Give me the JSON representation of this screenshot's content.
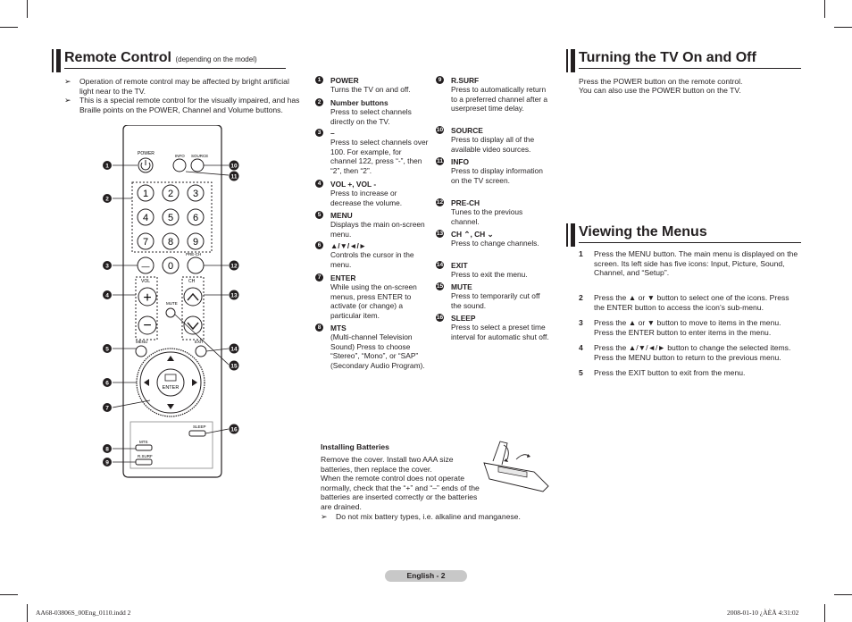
{
  "left": {
    "title": "Remote Control",
    "title_sub": "(depending on the model)",
    "notes": [
      "Operation of remote control may be affected by bright artificial light near to the TV.",
      "This is a special remote control for the visually impaired, and has Braille points on the POWER, Channel and Volume buttons."
    ],
    "remote": {
      "power_label": "POWER",
      "info_label": "INFO",
      "source_label": "SOURCE",
      "digits": [
        "1",
        "2",
        "3",
        "4",
        "5",
        "6",
        "7",
        "8",
        "9",
        "0"
      ],
      "dash": "—",
      "prech_label": "PRE-CH",
      "vol_label": "VOL",
      "ch_label": "CH",
      "mute_label": "MUTE",
      "menu_label": "MENU",
      "exit_label": "EXIT",
      "enter_label": "ENTER",
      "sleep_label": "SLEEP",
      "mts_label": "MTS",
      "rsurf_label": "R.SURF",
      "callouts": [
        "1",
        "2",
        "3",
        "4",
        "5",
        "6",
        "7",
        "8",
        "9",
        "10",
        "11",
        "12",
        "13",
        "14",
        "15",
        "16"
      ]
    },
    "items_col1": [
      {
        "n": "1",
        "head": "POWER",
        "body": "Turns the TV on and off."
      },
      {
        "n": "2",
        "head": "Number buttons",
        "body": "Press to select channels directly on the TV."
      },
      {
        "n": "3",
        "head": "–",
        "body": "Press to select channels over 100. For example, for channel 122, press “-”, then “2”, then “2”."
      },
      {
        "n": "4",
        "head": "VOL +, VOL -",
        "body": "Press to increase or decrease the volume."
      },
      {
        "n": "5",
        "head": "MENU",
        "body": "Displays the main on-screen menu."
      },
      {
        "n": "6",
        "head": "▲/▼/◄/►",
        "body": "Controls the cursor in the menu."
      },
      {
        "n": "7",
        "head": "ENTER",
        "body": "While using the on-screen menus, press ENTER to activate (or change) a particular item."
      },
      {
        "n": "8",
        "head": "MTS",
        "body": "(Multi-channel Television Sound) Press to choose “Stereo”, “Mono”, or “SAP” (Secondary Audio Program)."
      }
    ],
    "items_col2": [
      {
        "n": "9",
        "head": "R.SURF",
        "body": "Press to automatically return to a preferred channel after a userpreset time delay."
      },
      {
        "n": "10",
        "head": "SOURCE",
        "body": "Press to display all of the available video sources."
      },
      {
        "n": "11",
        "head": "INFO",
        "body": "Press to display information on the TV screen."
      },
      {
        "n": "12",
        "head": "PRE-CH",
        "body": "Tunes to the previous channel."
      },
      {
        "n": "13",
        "head": "CH ⌃, CH ⌄",
        "body": "Press to change channels."
      },
      {
        "n": "14",
        "head": "EXIT",
        "body": "Press to exit the menu."
      },
      {
        "n": "15",
        "head": "MUTE",
        "body": "Press to temporarily cut off the sound."
      },
      {
        "n": "16",
        "head": "SLEEP",
        "body": "Press to select a preset time interval for automatic shut off."
      }
    ],
    "batteries": {
      "title": "Installing Batteries",
      "p1": "Remove the cover. Install two AAA size batteries, then replace the cover.",
      "p2": "When the remote control does not operate normally, check that the “+” and “–” ends of the batteries are inserted correctly or the batteries are drained.",
      "note": "Do not mix battery types, i.e. alkaline and manganese."
    }
  },
  "right": {
    "on_off_title": "Turning the TV On and Off",
    "on_off_line1": "Press the POWER button on the remote control.",
    "on_off_line2": "You can also use the POWER button on the TV.",
    "menus_title": "Viewing the Menus",
    "steps": [
      {
        "n": "1",
        "text": "Press the MENU button. The main menu is displayed on the screen. Its left side has five icons: Input, Picture, Sound, Channel, and “Setup”."
      },
      {
        "n": "2",
        "text": "Press the ▲ or ▼ button to select one of the icons. Press the ENTER button to access the icon’s sub-menu."
      },
      {
        "n": "3",
        "text": "Press the ▲ or ▼ button to move to items in the menu. Press the ENTER button to enter items in the menu."
      },
      {
        "n": "4",
        "text": "Press the ▲/▼/◄/► button to change the selected items. Press the MENU button to return to the previous menu."
      },
      {
        "n": "5",
        "text": "Press the EXIT button to exit from the menu."
      }
    ]
  },
  "footer": {
    "page": "English - 2",
    "file": "AA68-03806S_00Eng_0110.indd   2",
    "date": "2008-01-10   ¿ÀÈÄ 4:31:02"
  }
}
